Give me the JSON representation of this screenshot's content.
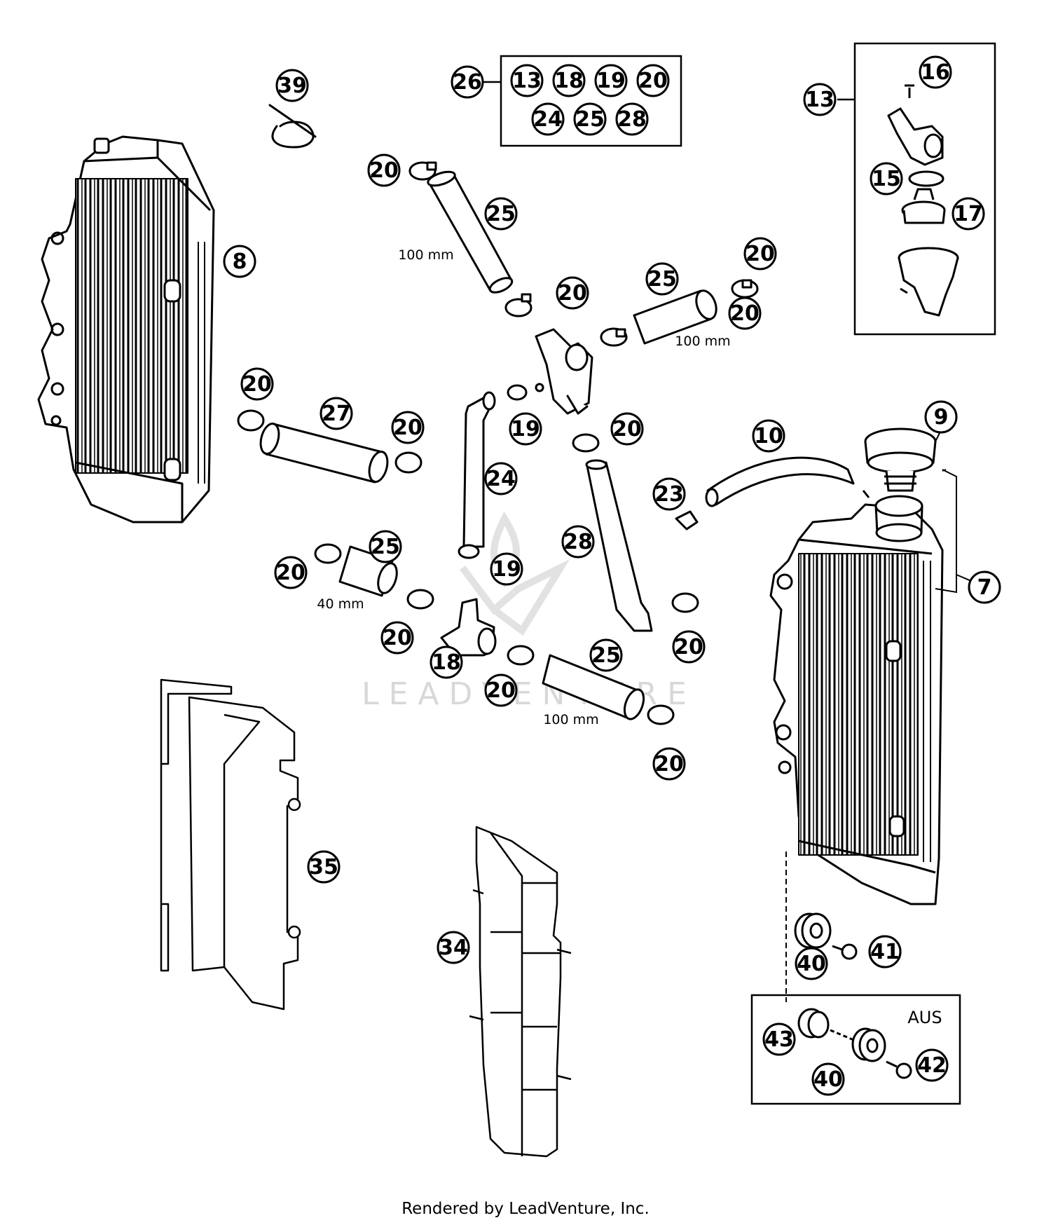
{
  "footer": "Rendered by LeadVenture, Inc.",
  "watermark": "LEADVENTURE",
  "aus_label": "AUS",
  "kit_box": {
    "ref": "26",
    "members": [
      "13",
      "18",
      "19",
      "20",
      "24",
      "25",
      "28"
    ]
  },
  "thermostat_box": {
    "ref": "13",
    "parts": [
      "16",
      "15",
      "17"
    ]
  },
  "dimensions": [
    "100 mm",
    "100 mm",
    "40 mm",
    "100 mm"
  ],
  "callouts": [
    "39",
    "8",
    "20",
    "25",
    "20",
    "20",
    "25",
    "20",
    "20",
    "27",
    "20",
    "19",
    "20",
    "24",
    "10",
    "9",
    "23",
    "28",
    "7",
    "20",
    "25",
    "19",
    "20",
    "20",
    "18",
    "25",
    "20",
    "20",
    "20",
    "35",
    "34",
    "40",
    "41",
    "43",
    "40",
    "42"
  ]
}
